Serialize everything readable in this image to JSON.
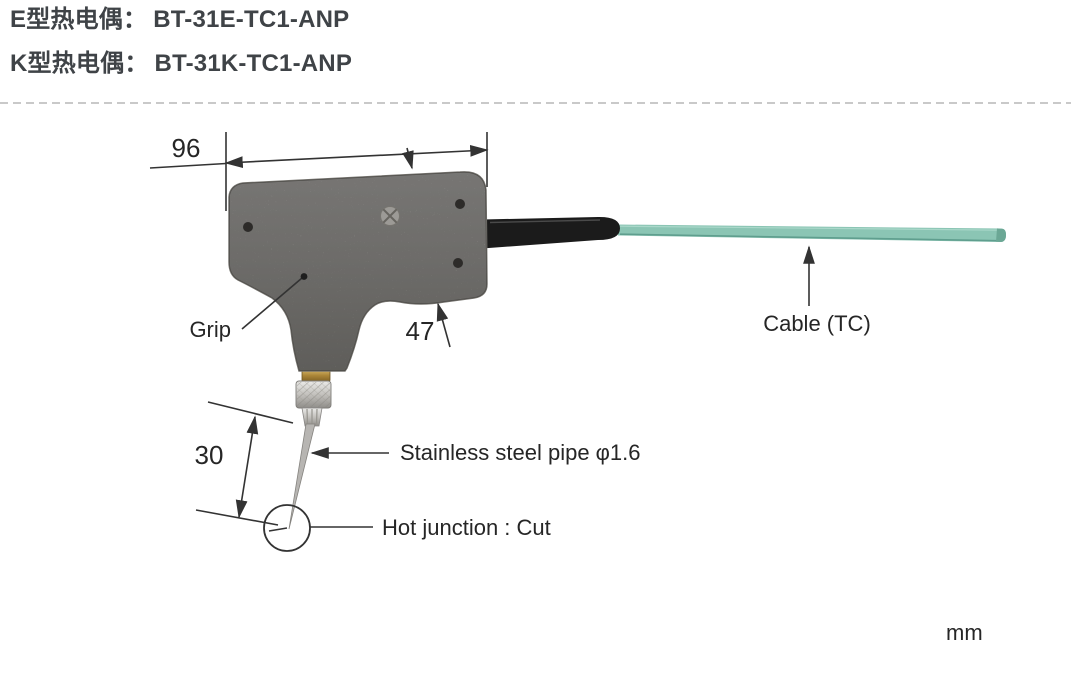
{
  "header": {
    "line1": {
      "label": "E型热电偶：",
      "model": "BT-31E-TC1-ANP"
    },
    "line2": {
      "label": "K型热电偶：",
      "model": "BT-31K-TC1-ANP"
    }
  },
  "diagram": {
    "dimensions": {
      "grip_length_mm": "96",
      "grip_height_mm": "47",
      "pipe_length_mm": "30"
    },
    "labels": {
      "grip": "Grip",
      "cable": "Cable (TC)",
      "pipe": "Stainless steel pipe φ1.6",
      "hot_junction": "Hot junction : Cut",
      "unit": "mm"
    },
    "colors": {
      "cable": "#8bc5b4",
      "boot": "#1b1b1b",
      "grip_base": "#a9a7a3",
      "annotation_line": "#333333"
    }
  }
}
